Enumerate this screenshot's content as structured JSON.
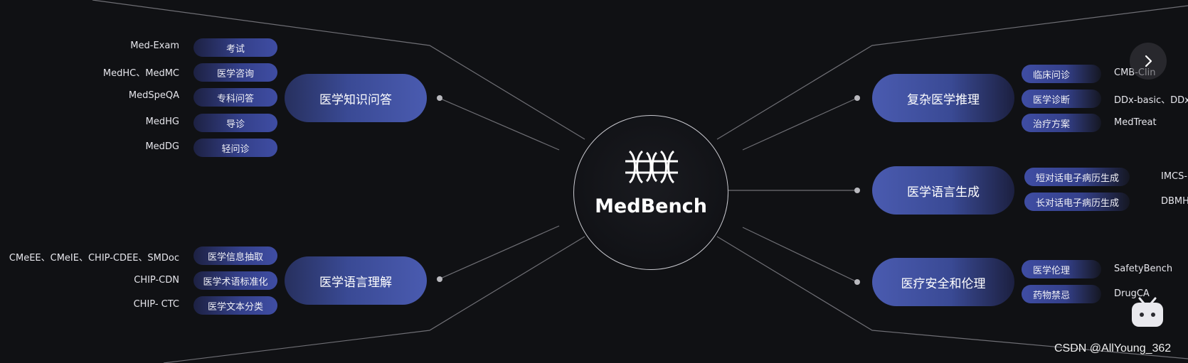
{
  "center": {
    "title": "MedBench",
    "logo_icon": "medbench-logo-icon"
  },
  "left_groups": [
    {
      "title": "医学知识问答",
      "items": [
        {
          "label": "考试",
          "dataset": "Med-Exam"
        },
        {
          "label": "医学咨询",
          "dataset": "MedHC、MedMC"
        },
        {
          "label": "专科问答",
          "dataset": "MedSpeQA"
        },
        {
          "label": "导诊",
          "dataset": "MedHG"
        },
        {
          "label": "轻问诊",
          "dataset": "MedDG"
        }
      ]
    },
    {
      "title": "医学语言理解",
      "items": [
        {
          "label": "医学信息抽取",
          "dataset": "CMeEE、CMeIE、CHIP-CDEE、SMDoc"
        },
        {
          "label": "医学术语标准化",
          "dataset": "CHIP-CDN"
        },
        {
          "label": "医学文本分类",
          "dataset": "CHIP- CTC"
        }
      ]
    }
  ],
  "right_groups": [
    {
      "title": "复杂医学推理",
      "items": [
        {
          "label": "临床问诊",
          "dataset": "CMB-Clin"
        },
        {
          "label": "医学诊断",
          "dataset": "DDx-basic、DDx"
        },
        {
          "label": "治疗方案",
          "dataset": "MedTreat"
        }
      ]
    },
    {
      "title": "医学语言生成",
      "items": [
        {
          "label": "短对话电子病历生成",
          "dataset": "IMCS-"
        },
        {
          "label": "长对话电子病历生成",
          "dataset": "DBMH"
        }
      ]
    },
    {
      "title": "医疗安全和伦理",
      "items": [
        {
          "label": "医学伦理",
          "dataset": "SafetyBench"
        },
        {
          "label": "药物禁忌",
          "dataset": "DrugCA"
        }
      ]
    }
  ],
  "overlay": {
    "next_icon": "chevron-right-icon",
    "player_icon": "bilibili-tv-icon",
    "watermark": "CSDN @AllYoung_362"
  },
  "colors": {
    "background": "#101114",
    "accent": "#3f4da3",
    "line": "#8a8a90"
  }
}
